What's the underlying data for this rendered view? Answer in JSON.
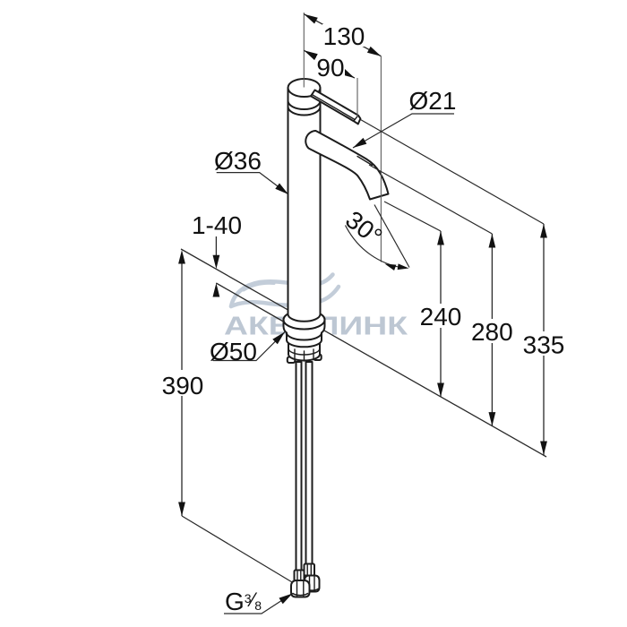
{
  "drawing": {
    "type": "technical-dimension-diagram",
    "subject": "tall single-lever basin mixer faucet, isometric outline view",
    "background": "#ffffff",
    "line_color": "#1c1c1c",
    "dimension_color": "#2a2a2a",
    "watermark_color": "#bdc7d3"
  },
  "labels": {
    "spout_reach": "130",
    "handle_reach": "90",
    "spout_diameter": "Ø21",
    "body_diameter": "Ø36",
    "mounting_thickness": "1-40",
    "spout_angle": "30°",
    "outlet_height": "240",
    "spout_height": "280",
    "total_height": "335",
    "hose_length": "390",
    "base_diameter": "Ø50",
    "thread_letter": "G",
    "thread_numerator": "3",
    "thread_slash": "⁄",
    "thread_denominator": "8"
  },
  "watermark": {
    "text": "АКВАЛИНК"
  }
}
